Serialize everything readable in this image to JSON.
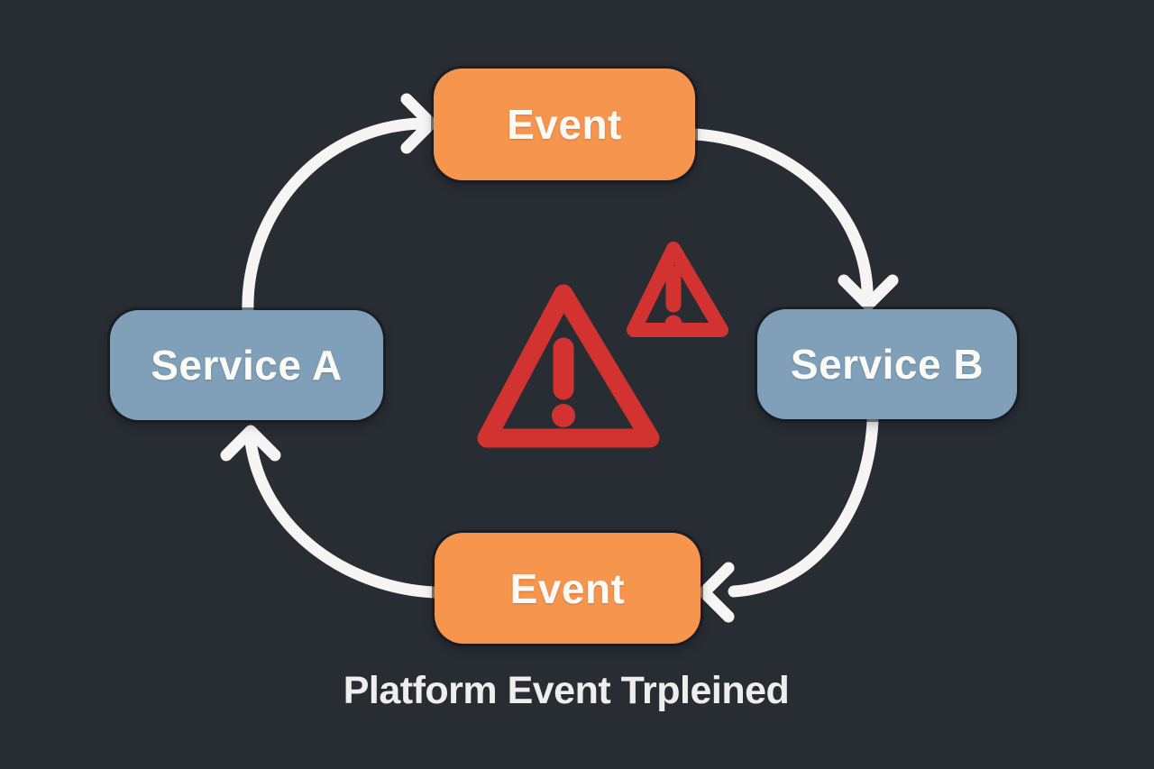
{
  "caption": "Platform Event Trpleined",
  "nodes": {
    "event_top": {
      "label": "Event",
      "type": "event",
      "color": "#f6954e"
    },
    "service_a": {
      "label": "Service A",
      "type": "service",
      "color": "#7fa0b8"
    },
    "service_b": {
      "label": "Service B",
      "type": "service",
      "color": "#7fa0b8"
    },
    "event_bottom": {
      "label": "Event",
      "type": "event",
      "color": "#f6954e"
    }
  },
  "icons": {
    "center_warning_large": "warning-triangle-icon",
    "center_warning_small": "warning-triangle-icon"
  },
  "flow": {
    "direction": "clockwise",
    "arrows": [
      {
        "from": "service_a",
        "to": "event_top"
      },
      {
        "from": "event_top",
        "to": "service_b"
      },
      {
        "from": "service_b",
        "to": "event_bottom"
      },
      {
        "from": "event_bottom",
        "to": "service_a"
      }
    ]
  },
  "colors": {
    "background": "#282c33",
    "event_node": "#f6954e",
    "service_node": "#7fa0b8",
    "warning_red": "#d23330",
    "arrow_white": "#f6f5f3",
    "node_text": "#fbfaf7",
    "caption_text": "#efeeec"
  }
}
